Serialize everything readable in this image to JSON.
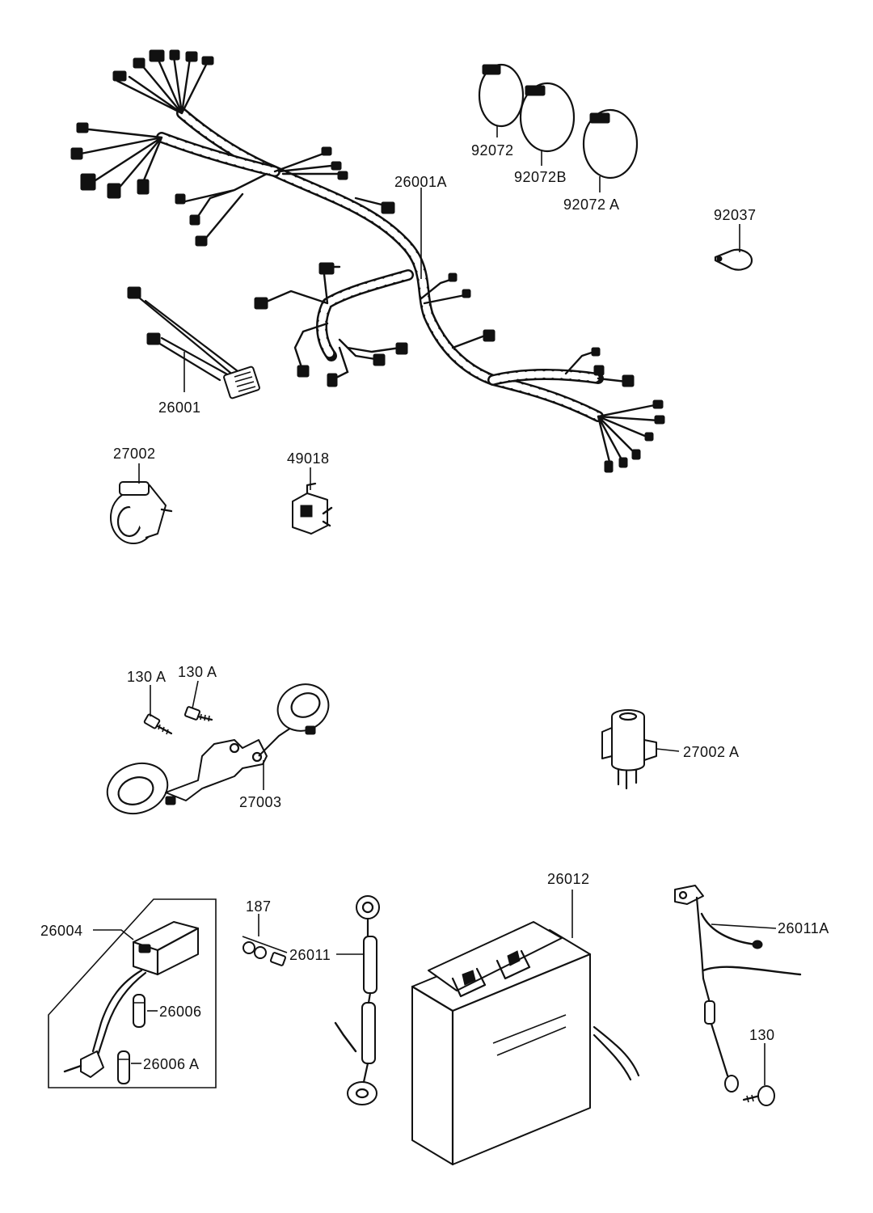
{
  "diagram": {
    "labels": {
      "p26001A": "26001A",
      "p26001": "26001",
      "p92072": "92072",
      "p92072B": "92072B",
      "p92072A": "92072 A",
      "p92037": "92037",
      "p27002": "27002",
      "p49018": "49018",
      "p130A_1": "130 A",
      "p130A_2": "130 A",
      "p27003": "27003",
      "p27002A": "27002 A",
      "p26004": "26004",
      "p26006": "26006",
      "p26006A": "26006 A",
      "p187": "187",
      "p26011": "26011",
      "p26012": "26012",
      "p26011A": "26011A",
      "p130": "130"
    }
  }
}
